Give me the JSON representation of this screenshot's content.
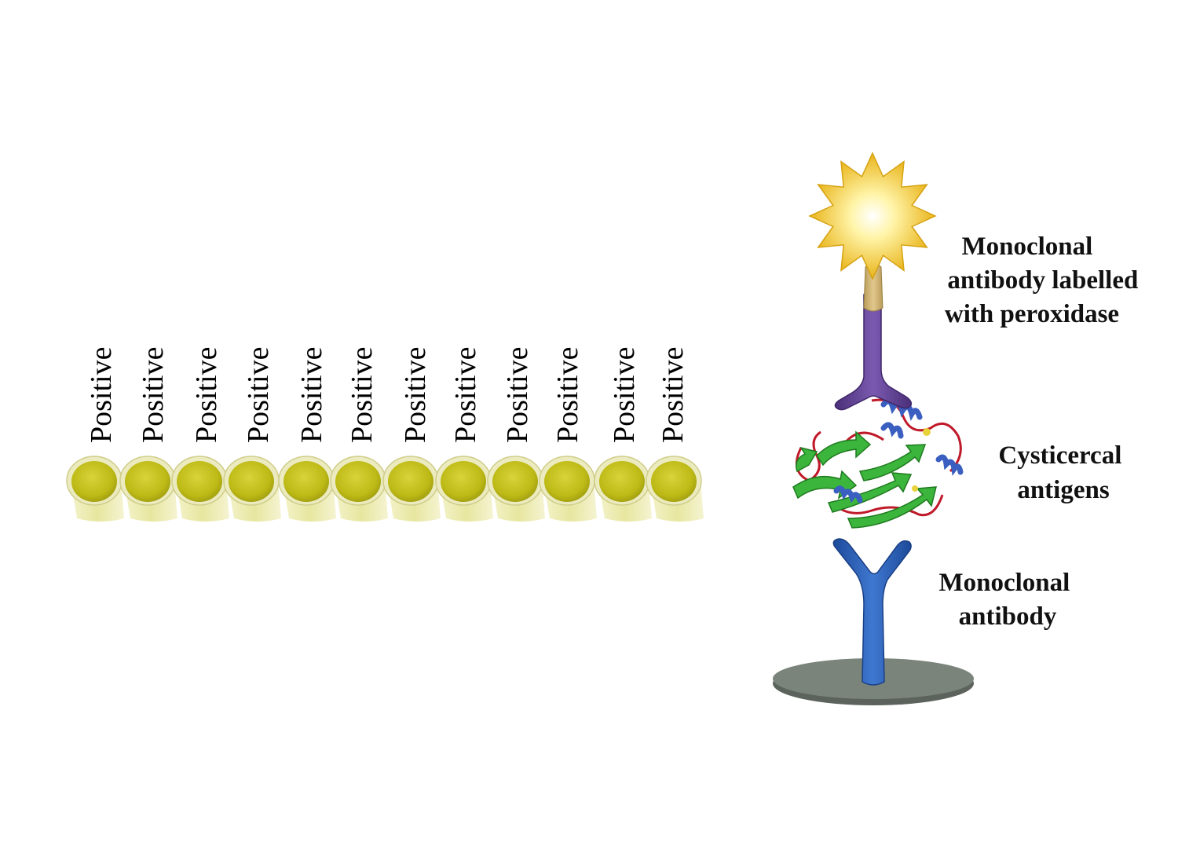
{
  "strip": {
    "well_labels": [
      "Positive",
      "Positive",
      "Positive",
      "Positive",
      "Positive",
      "Positive",
      "Positive",
      "Positive",
      "Positive",
      "Positive",
      "Positive",
      "Positive"
    ],
    "well_color": "#c9c51a"
  },
  "legend": {
    "top_antibody": [
      "Monoclonal",
      "antibody labelled",
      "with peroxidase"
    ],
    "antigens": [
      "Cysticercal",
      "antigens"
    ],
    "capture_antibody": [
      "Monoclonal",
      "antibody"
    ]
  },
  "colors": {
    "peroxidase_star": "#f3c51c",
    "labelled_antibody": "#6a4a9a",
    "capture_antibody": "#2f5fb5",
    "antigen_sheet": "#3bb53b",
    "antigen_helix": "#3b5fc0",
    "antigen_loop": "#c01a2a",
    "plate": "#7b847b"
  }
}
